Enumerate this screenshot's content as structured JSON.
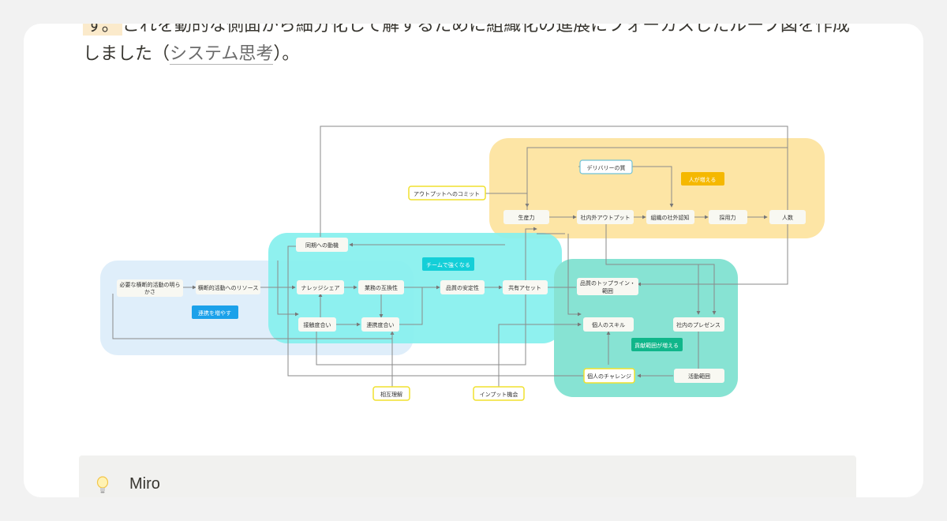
{
  "article": {
    "line1_highlight": "す。",
    "line1_text": "これを動的な側面から細分化して解するために組織化の進展にフォーカスしたループ図を作成",
    "line2_before": "しました（",
    "line2_link": "システム思考",
    "line2_after": "）。"
  },
  "diagram": {
    "group_labels": {
      "people": "人が増える",
      "team": "チームで強くなる",
      "collab": "連携を増やす",
      "contrib": "貢献範囲が増える"
    },
    "nodes": {
      "delivery_quality": "デリバリーの質",
      "output_commit": "アウトプットへのコミット",
      "productivity": "生産力",
      "inout_output": "社内外アウトプット",
      "org_awareness": "組織の社外認知",
      "hiring": "採用力",
      "headcount": "人数",
      "motivation_peers": "同期への動機",
      "need_cross_1": "必要な横断的活動の明ら",
      "need_cross_2": "かさ",
      "cross_resources": "横断的活動へのリソース",
      "knowledge_share": "ナレッジシェア",
      "task_interchange": "業務の互換性",
      "quality_stability": "品質の安定性",
      "shared_assets": "共有アセット",
      "topline_1": "品質のトップライン・",
      "topline_2": "範囲",
      "contact_degree": "接触度合い",
      "collab_degree": "連携度合い",
      "individual_skill": "個人のスキル",
      "internal_presence": "社内のプレゼンス",
      "individual_challenge": "個人のチャレンジ",
      "activity_scope": "活動範囲",
      "mutual_understanding": "相互理解",
      "input_opportunity": "インプット機会"
    }
  },
  "callout": {
    "icon": "lightbulb-icon",
    "text": "Miro"
  },
  "colors": {
    "people_group": "#fde5a5",
    "team_group": "#86f0ee",
    "collab_group": "#dbecfa",
    "contrib_group": "#87e3d3",
    "people_badge": "#f5b800",
    "team_badge": "#14cfd8",
    "collab_badge": "#1ba1ea",
    "contrib_badge": "#10b68a",
    "node_yellow_border": "#f0e12e",
    "node_blue_border": "#6fc2d8"
  }
}
